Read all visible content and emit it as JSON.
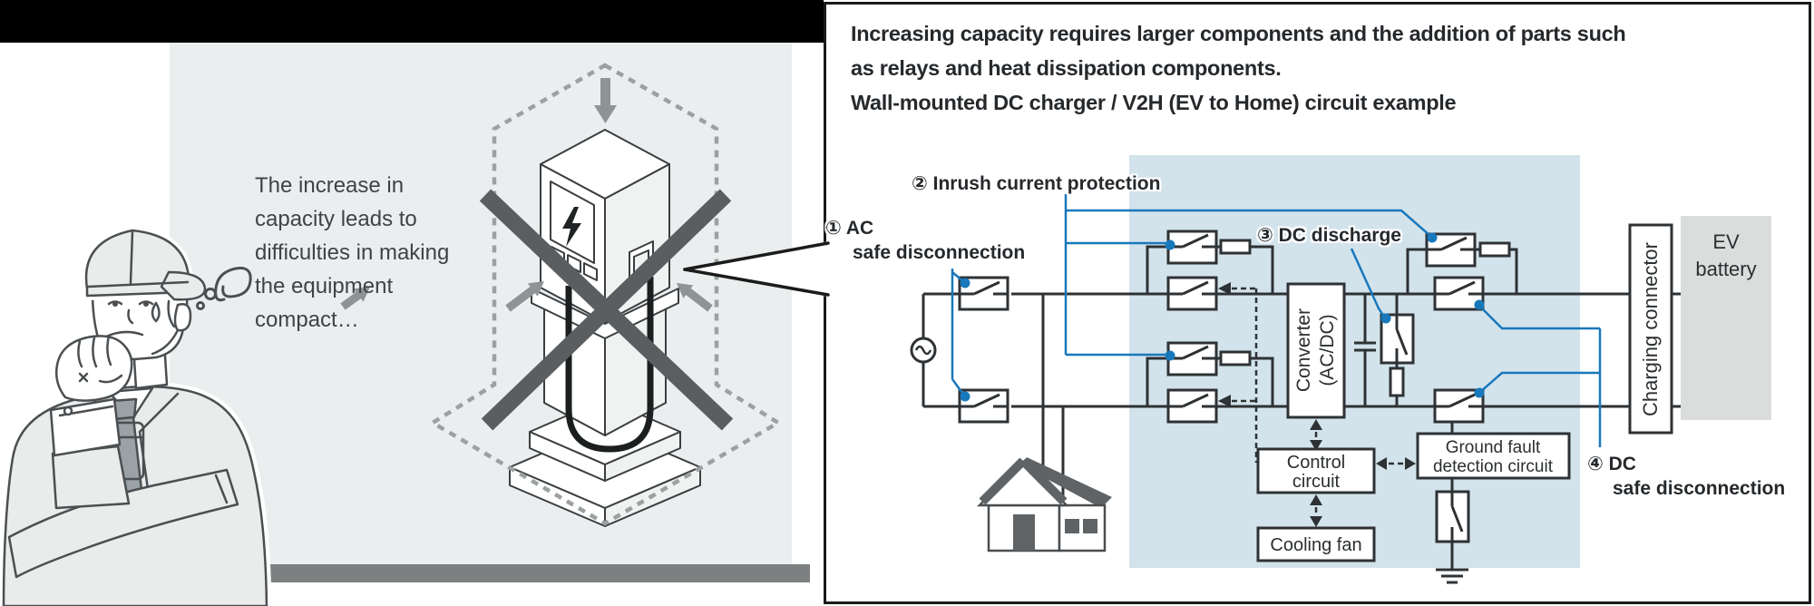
{
  "left_panel": {
    "caption_lines": [
      "The increase in",
      "capacity leads to",
      "difficulties in making",
      "the equipment",
      "compact…"
    ]
  },
  "right_panel": {
    "heading_lines": [
      "Increasing capacity requires larger components and the addition of parts such",
      "as relays and heat dissipation components.",
      "Wall-mounted DC charger / V2H (EV to Home) circuit example"
    ],
    "callouts": {
      "ac_safe_line1": "① AC",
      "ac_safe_line2": "safe disconnection",
      "inrush": "② Inrush current protection",
      "dc_discharge": "③ DC discharge",
      "dc_safe_line1": "④ DC",
      "dc_safe_line2": "safe disconnection"
    },
    "components": {
      "converter_line1": "Converter",
      "converter_line2": "(AC/DC)",
      "control_line1": "Control",
      "control_line2": "circuit",
      "cooling_fan": "Cooling fan",
      "ground_fault_line1": "Ground fault",
      "ground_fault_line2": "detection circuit",
      "charging_connector": "Charging connector",
      "ev_battery_line1": "EV",
      "ev_battery_line2": "battery"
    },
    "colors": {
      "accent_blue": "#1878bc",
      "highlight_region_blue": "#d3e3ec",
      "circuit_line": "#2e3234",
      "ev_battery_panel_gray": "#dbdddd"
    }
  }
}
